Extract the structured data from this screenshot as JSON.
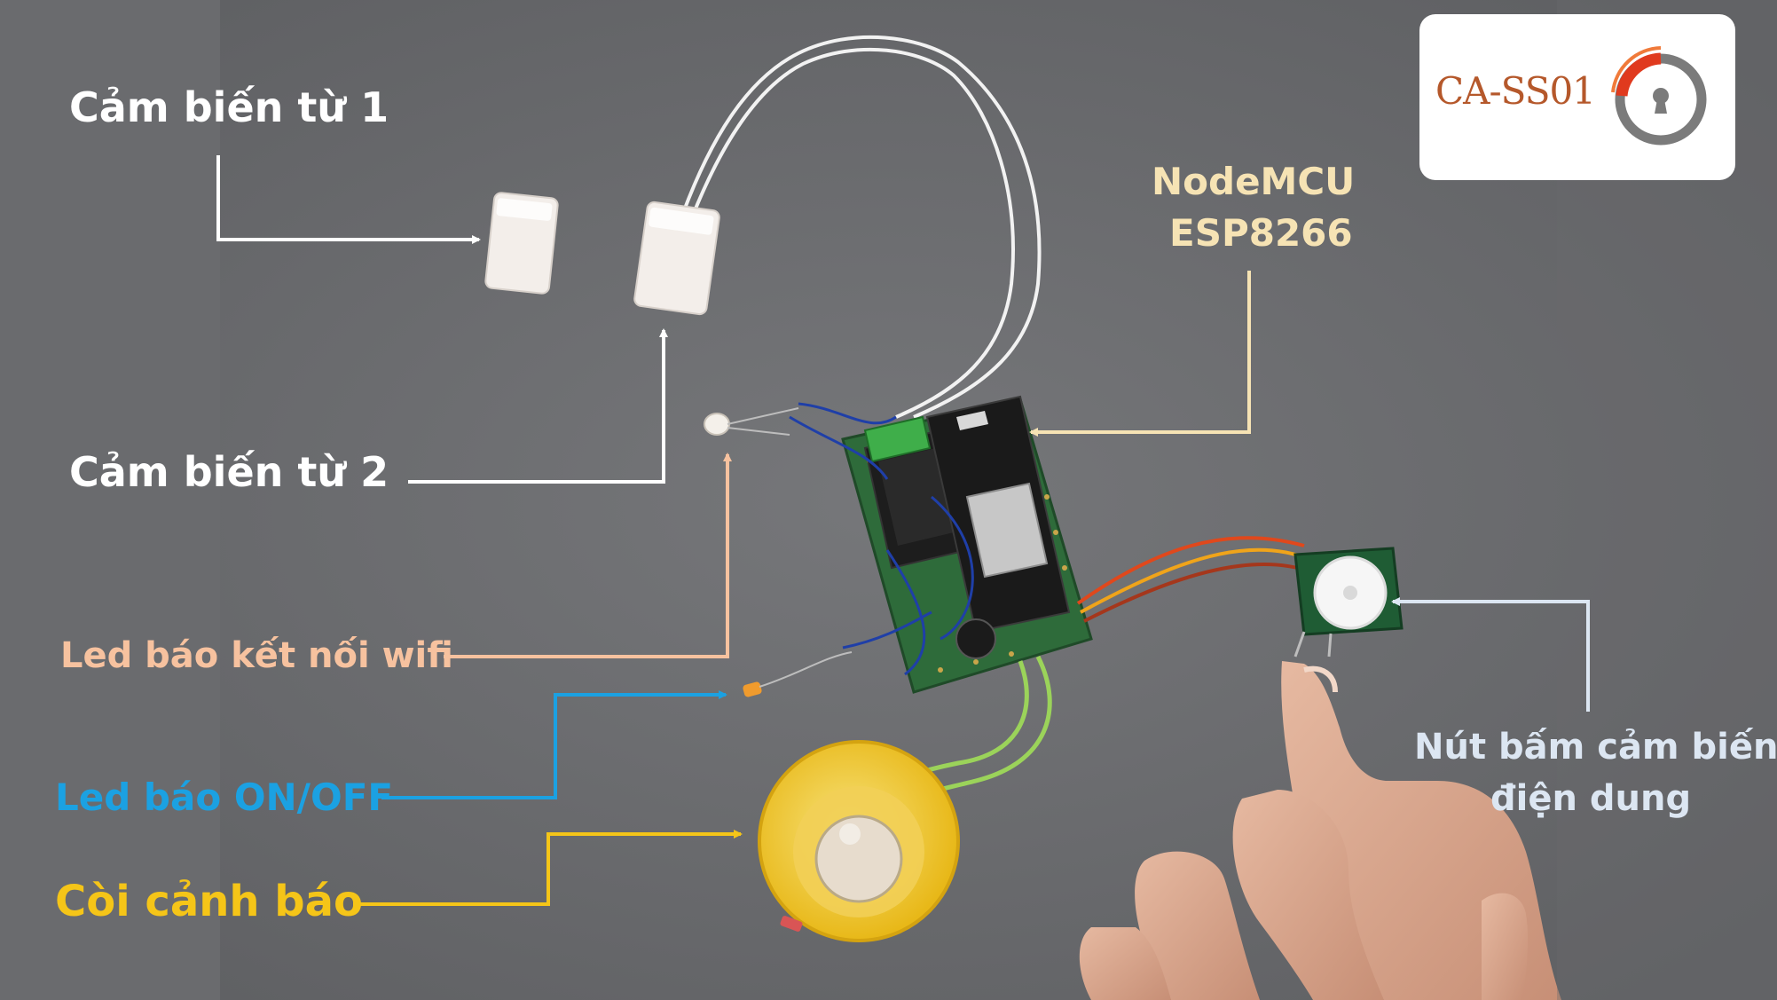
{
  "labels": {
    "sensor1": "Cảm biến từ 1",
    "sensor2": "Cảm biến từ 2",
    "nodemcu_line1": "NodeMCU",
    "nodemcu_line2": "ESP8266",
    "wifi_led": "Led báo kết nối wifi",
    "onoff_led": "Led báo ON/OFF",
    "buzzer": "Còi cảnh báo",
    "button_line1": "Nút bấm cảm biến",
    "button_line2": "điện dung"
  },
  "logo": {
    "text": "CA-SS01",
    "icon": "keyhole-lock-icon"
  },
  "colors": {
    "background": "#6f7073",
    "label_white": "#ffffff",
    "nodemcu": "#f6e3b4",
    "wifi_led": "#f7c29f",
    "onoff_led": "#1ba1e2",
    "buzzer": "#f5c518",
    "capacitive_button": "#dce6f2",
    "logo_text": "#b5582b",
    "logo_ring": "#7b7b7b",
    "logo_arc": "#e03a1e"
  }
}
